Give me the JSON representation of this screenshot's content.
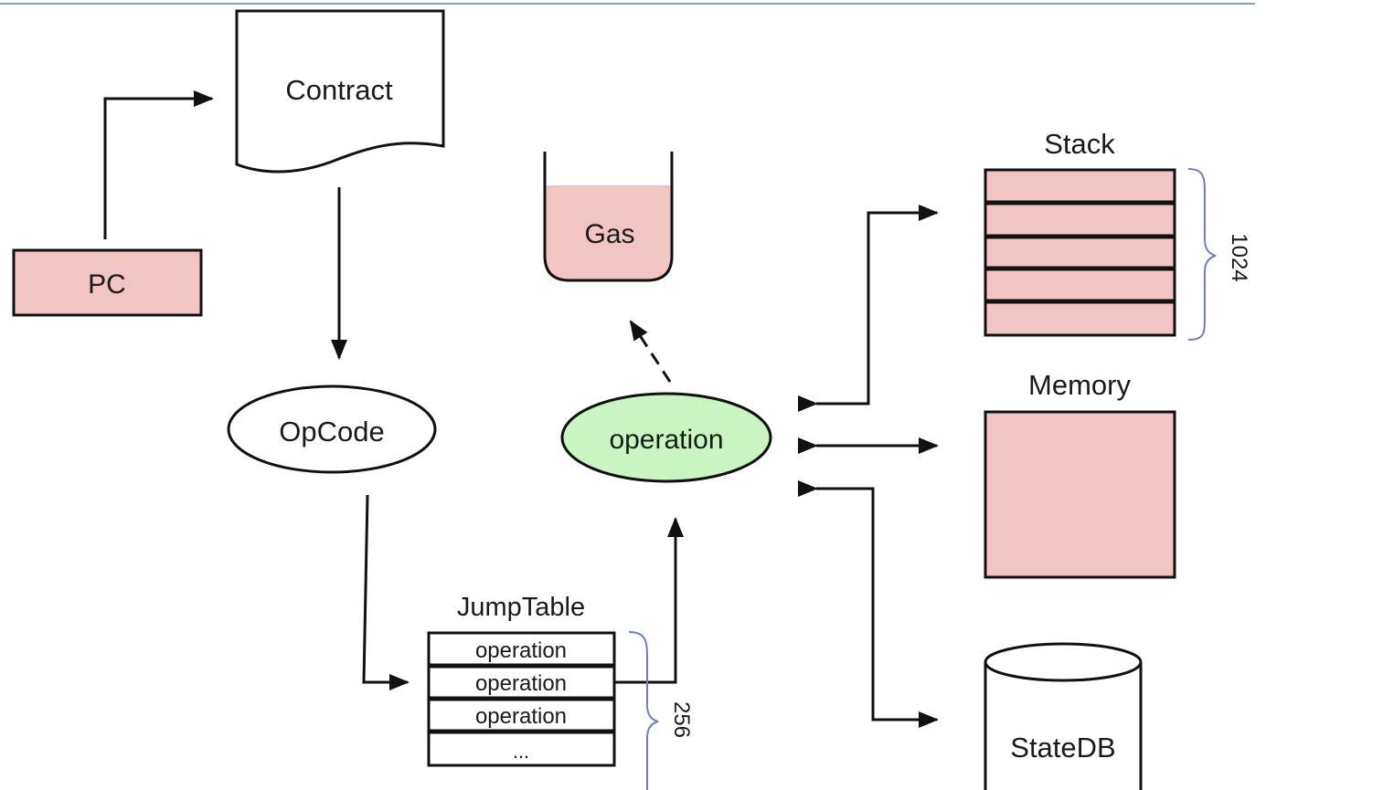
{
  "nodes": {
    "pc": "PC",
    "contract": "Contract",
    "opcode": "OpCode",
    "gas": "Gas",
    "operation": "operation",
    "stack": "Stack",
    "memory": "Memory",
    "statedb": "StateDB",
    "jumptable": "JumpTable"
  },
  "jumptable_rows": [
    "operation",
    "operation",
    "operation",
    "..."
  ],
  "brace_labels": {
    "stack_size": "1024",
    "jumptable_size": "256"
  },
  "colors": {
    "pink_fill": "#f2c4c4",
    "green_fill": "#c8f5c0",
    "stroke": "#111111",
    "brace": "#6b7fc4",
    "top_rule": "#7fa6c9"
  }
}
